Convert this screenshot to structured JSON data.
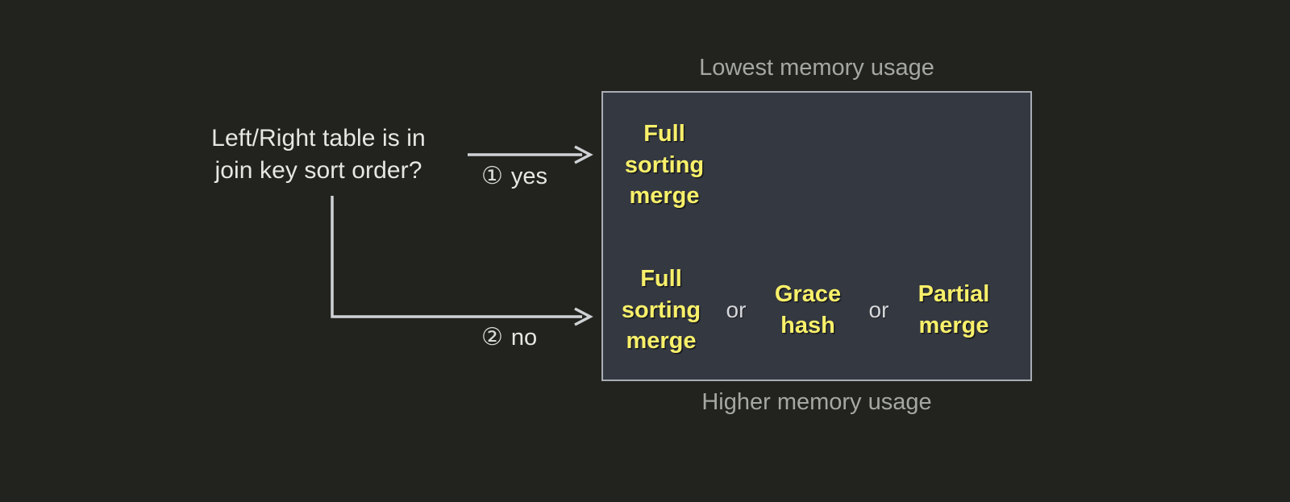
{
  "decision": {
    "question": "Left/Right table is in\njoin key sort order?",
    "branches": [
      {
        "marker": "①",
        "label": "yes",
        "name": "yes"
      },
      {
        "marker": "②",
        "label": "no",
        "name": "no"
      }
    ]
  },
  "captions": {
    "top": "Lowest memory usage",
    "bottom": "Higher memory usage"
  },
  "options_box": {
    "rows": [
      {
        "branch": "yes",
        "items": [
          {
            "kind": "option",
            "text": "Full\nsorting\nmerge"
          }
        ]
      },
      {
        "branch": "no",
        "items": [
          {
            "kind": "option",
            "text": "Full\nsorting\nmerge"
          },
          {
            "kind": "conjunction",
            "text": "or"
          },
          {
            "kind": "option",
            "text": "Grace\nhash"
          },
          {
            "kind": "conjunction",
            "text": "or"
          },
          {
            "kind": "option",
            "text": "Partial\nmerge"
          }
        ]
      }
    ]
  },
  "colors": {
    "background": "#22231e",
    "box_fill": "#343841",
    "box_border": "#a9adb4",
    "option_text": "#f8f06a",
    "body_text": "#e6e7e4",
    "caption_text": "#a5a7a2",
    "connector": "#cfd2d5"
  }
}
